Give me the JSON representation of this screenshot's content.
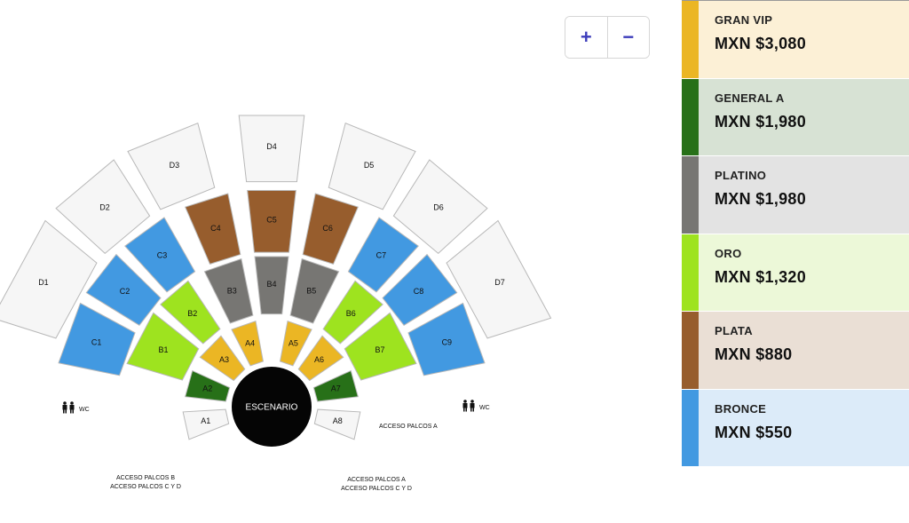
{
  "zoom": {
    "in_label": "+",
    "out_label": "−"
  },
  "stage": {
    "label": "ESCENARIO"
  },
  "sections": [
    {
      "id": "A1",
      "tier": "none"
    },
    {
      "id": "A2",
      "tier": "general_a"
    },
    {
      "id": "A3",
      "tier": "gran_vip"
    },
    {
      "id": "A4",
      "tier": "gran_vip"
    },
    {
      "id": "A5",
      "tier": "gran_vip"
    },
    {
      "id": "A6",
      "tier": "gran_vip"
    },
    {
      "id": "A7",
      "tier": "general_a"
    },
    {
      "id": "A8",
      "tier": "none"
    },
    {
      "id": "B1",
      "tier": "oro"
    },
    {
      "id": "B2",
      "tier": "oro"
    },
    {
      "id": "B3",
      "tier": "platino"
    },
    {
      "id": "B4",
      "tier": "platino"
    },
    {
      "id": "B5",
      "tier": "platino"
    },
    {
      "id": "B6",
      "tier": "oro"
    },
    {
      "id": "B7",
      "tier": "oro"
    },
    {
      "id": "C1",
      "tier": "bronce"
    },
    {
      "id": "C2",
      "tier": "bronce"
    },
    {
      "id": "C3",
      "tier": "bronce"
    },
    {
      "id": "C4",
      "tier": "plata"
    },
    {
      "id": "C5",
      "tier": "plata"
    },
    {
      "id": "C6",
      "tier": "plata"
    },
    {
      "id": "C7",
      "tier": "bronce"
    },
    {
      "id": "C8",
      "tier": "bronce"
    },
    {
      "id": "C9",
      "tier": "bronce"
    },
    {
      "id": "D1",
      "tier": "none"
    },
    {
      "id": "D2",
      "tier": "none"
    },
    {
      "id": "D3",
      "tier": "none"
    },
    {
      "id": "D4",
      "tier": "none"
    },
    {
      "id": "D5",
      "tier": "none"
    },
    {
      "id": "D6",
      "tier": "none"
    },
    {
      "id": "D7",
      "tier": "none"
    }
  ],
  "tier_colors": {
    "gran_vip": "#ebb624",
    "general_a": "#277018",
    "platino": "#777673",
    "oro": "#9ee31f",
    "plata": "#975d2d",
    "bronce": "#4299e1",
    "none": "#f6f6f6"
  },
  "wc": {
    "left_label": "WC",
    "right_label": "WC",
    "icon": "restroom-icon"
  },
  "access_notes": {
    "right": "ACCESO PALCOS A",
    "bottom_left_1": "ACCESO PALCOS B",
    "bottom_left_2": "ACCESO PALCOS C Y D",
    "bottom_right_1": "ACCESO PALCOS A",
    "bottom_right_2": "ACCESO PALCOS C Y D"
  },
  "price_tiers": [
    {
      "key": "gran_vip",
      "name": "GRAN VIP",
      "price": "MXN $3,080",
      "swatch": "#ebb624",
      "bg": "#fcf0d6"
    },
    {
      "key": "general_a",
      "name": "GENERAL A",
      "price": "MXN $1,980",
      "swatch": "#277018",
      "bg": "#d7e2d4"
    },
    {
      "key": "platino",
      "name": "PLATINO",
      "price": "MXN $1,980",
      "swatch": "#777673",
      "bg": "#e3e3e3"
    },
    {
      "key": "oro",
      "name": "ORO",
      "price": "MXN $1,320",
      "swatch": "#9ee31f",
      "bg": "#ecf8d8"
    },
    {
      "key": "plata",
      "name": "PLATA",
      "price": "MXN $880",
      "swatch": "#975d2d",
      "bg": "#eadfd5"
    },
    {
      "key": "bronce",
      "name": "BRONCE",
      "price": "MXN $550",
      "swatch": "#4299e1",
      "bg": "#dcebf9"
    }
  ]
}
